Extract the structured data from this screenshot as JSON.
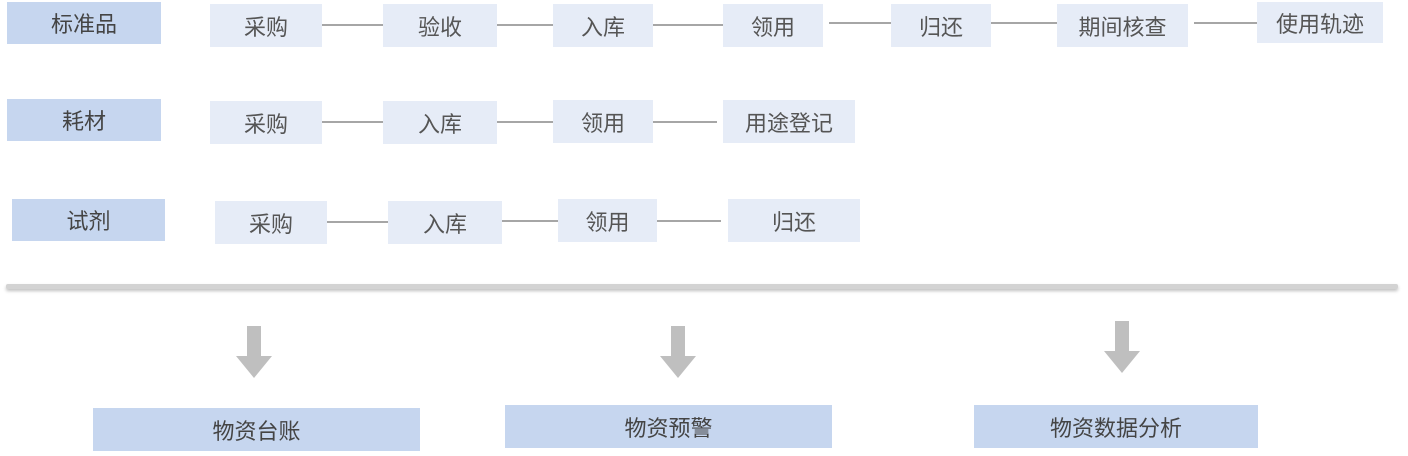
{
  "categories": [
    {
      "label": "标准品",
      "steps": [
        "采购",
        "验收",
        "入库",
        "领用",
        "归还",
        "期间核查",
        "使用轨迹"
      ]
    },
    {
      "label": "耗材",
      "steps": [
        "采购",
        "入库",
        "领用",
        "用途登记"
      ]
    },
    {
      "label": "试剂",
      "steps": [
        "采购",
        "入库",
        "领用",
        "归还"
      ]
    }
  ],
  "outputs": [
    "物资台账",
    "物资预警",
    "物资数据分析"
  ],
  "colors": {
    "category": "#c6d6ef",
    "step": "#e6ecf7",
    "connector": "#a6a6a6",
    "arrow": "#bfbfbf",
    "text": "#555555"
  }
}
